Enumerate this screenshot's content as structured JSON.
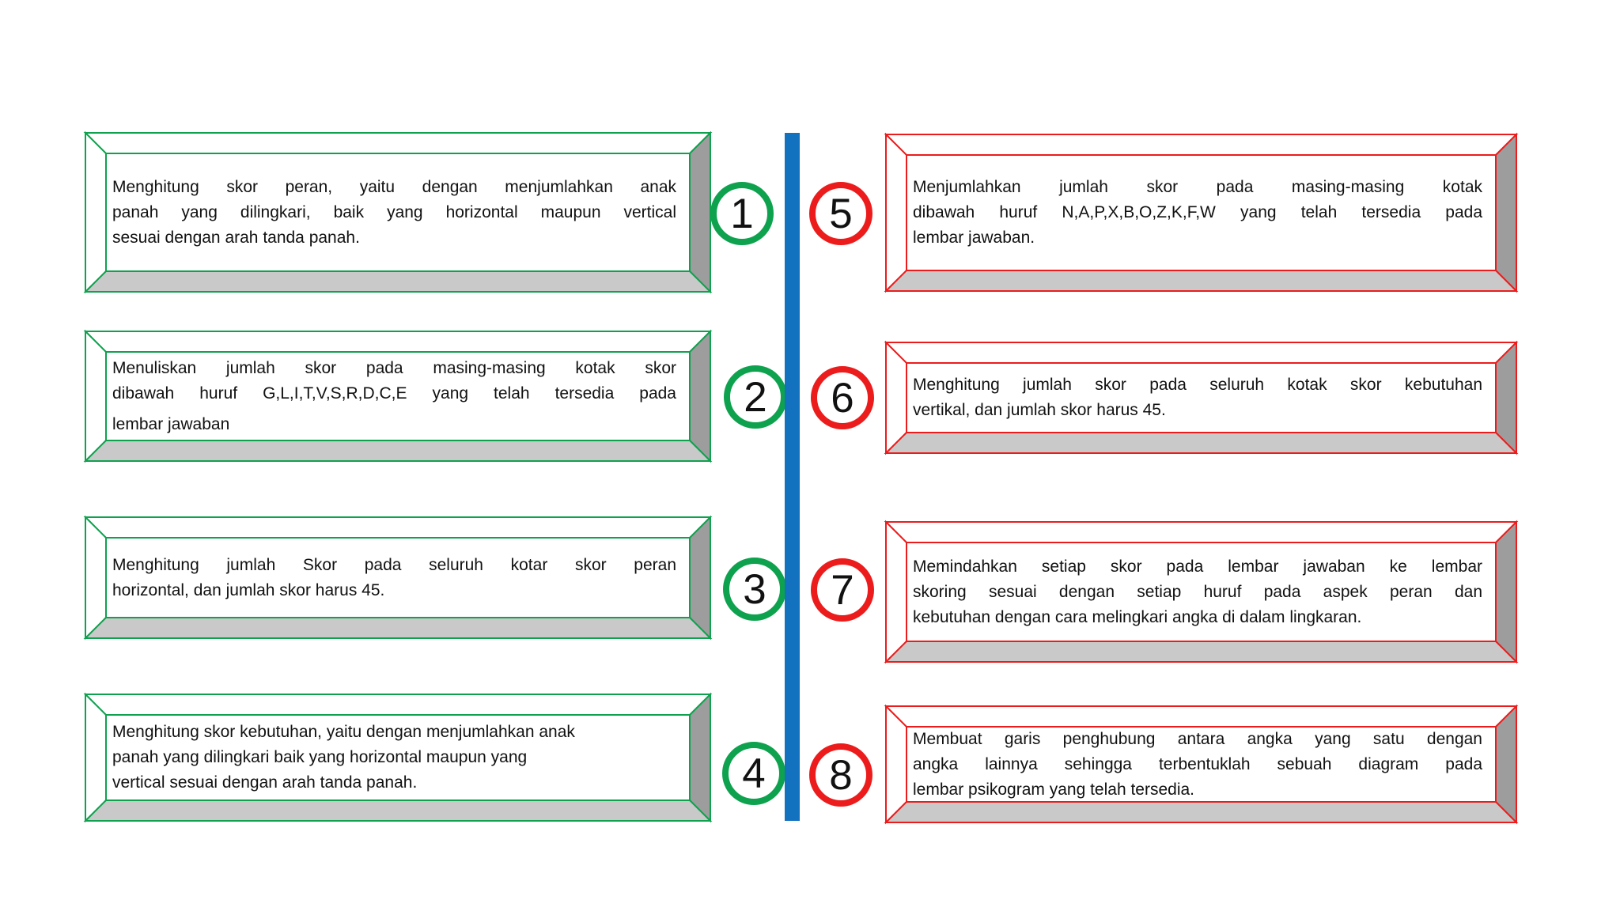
{
  "diagram": {
    "colors": {
      "green": "#0ea24e",
      "red": "#ec1c1c",
      "blue": "#1372bf",
      "side_shadow": "#9d9d9d",
      "bottom_shadow": "#c9c9c9"
    },
    "left_steps": [
      {
        "number": "1",
        "lines": [
          "Menghitung skor peran, yaitu dengan menjumlahkan anak",
          "panah yang dilingkari, baik yang horizontal maupun vertical",
          "sesuai dengan arah tanda panah."
        ]
      },
      {
        "number": "2",
        "lines": [
          "Menuliskan jumlah skor pada masing-masing kotak skor",
          "dibawah huruf G,L,I,T,V,S,R,D,C,E yang telah tersedia pada",
          "lembar jawaban"
        ]
      },
      {
        "number": "3",
        "lines": [
          "Menghitung jumlah Skor pada seluruh kotar skor peran",
          "horizontal, dan jumlah skor harus 45."
        ]
      },
      {
        "number": "4",
        "lines": [
          "Menghitung skor kebutuhan, yaitu dengan menjumlahkan anak",
          "panah yang dilingkari baik yang horizontal maupun yang",
          "vertical sesuai dengan arah tanda panah."
        ]
      }
    ],
    "right_steps": [
      {
        "number": "5",
        "lines": [
          "Menjumlahkan jumlah skor pada masing-masing kotak",
          "dibawah huruf N,A,P,X,B,O,Z,K,F,W yang telah tersedia pada",
          "lembar jawaban."
        ]
      },
      {
        "number": "6",
        "lines": [
          "Menghitung jumlah skor pada seluruh kotak skor kebutuhan",
          "vertikal, dan jumlah skor harus 45."
        ]
      },
      {
        "number": "7",
        "lines": [
          "Memindahkan setiap skor pada lembar jawaban ke lembar",
          "skoring sesuai dengan setiap huruf pada aspek peran dan",
          "kebutuhan dengan cara melingkari angka di dalam lingkaran."
        ]
      },
      {
        "number": "8",
        "lines": [
          "Membuat garis penghubung antara angka yang satu dengan",
          "angka lainnya sehingga terbentuklah sebuah diagram pada",
          "lembar psikogram yang telah tersedia."
        ]
      }
    ]
  }
}
